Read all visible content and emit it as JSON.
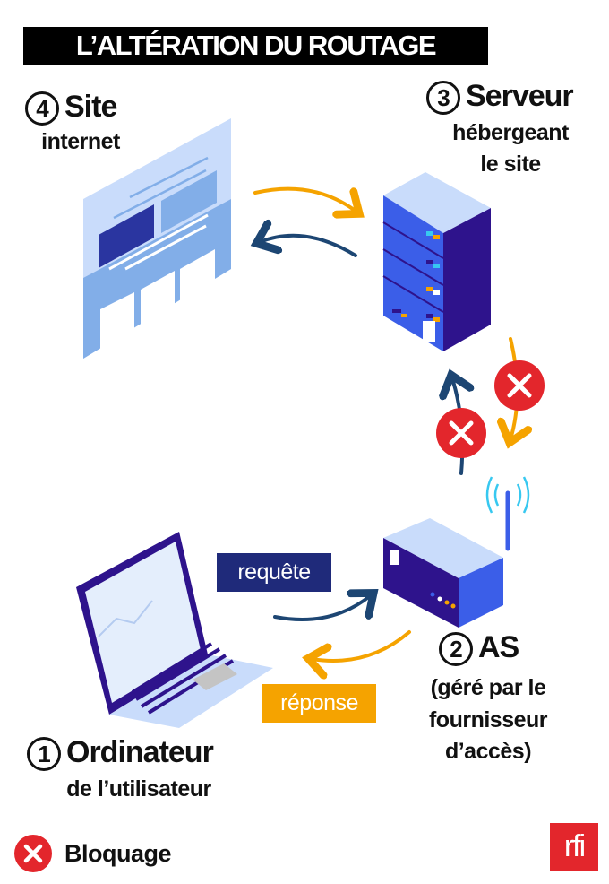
{
  "title": "L’ALTÉRATION DU ROUTAGE",
  "nodes": {
    "site": {
      "number": "4",
      "label": "Site",
      "sublabel": "internet"
    },
    "server": {
      "number": "3",
      "label": "Serveur",
      "sublabel_1": "hébergeant",
      "sublabel_2": "le site"
    },
    "as": {
      "number": "2",
      "label": "AS",
      "sublabel_1": "(géré par le",
      "sublabel_2": "fournisseur",
      "sublabel_3": "d’accès)"
    },
    "computer": {
      "number": "1",
      "label": "Ordinateur",
      "sublabel": "de l’utilisateur"
    }
  },
  "flow_labels": {
    "request": "requête",
    "response": "réponse"
  },
  "legend": {
    "blocked": "Bloquage"
  },
  "logo": "rfi",
  "colors": {
    "navy": "#1f2a7a",
    "orange": "#f5a300",
    "red": "#e3262c",
    "arrow_navy": "#1d4673",
    "server_blue": "#3b5ee8",
    "purple": "#2e138c"
  }
}
